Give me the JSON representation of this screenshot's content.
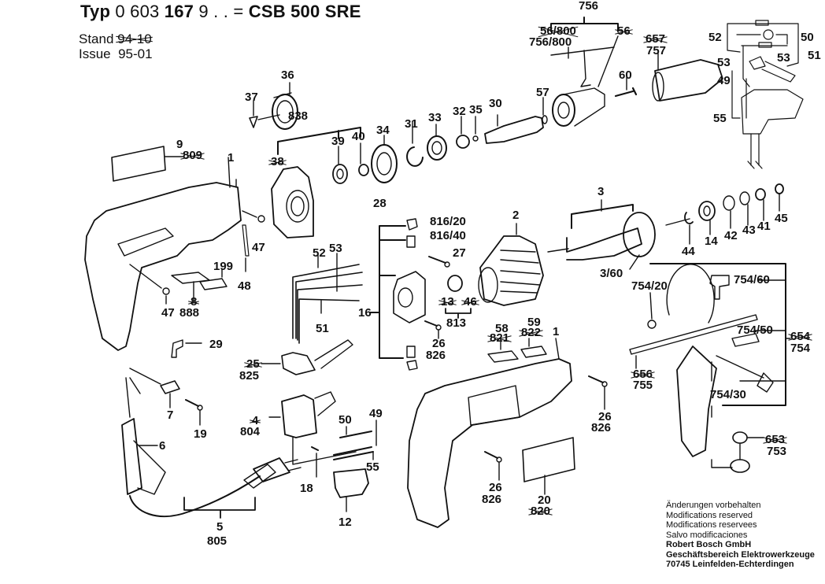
{
  "header": {
    "typ_prefix": "Typ",
    "typ_number_thin": "0 603",
    "typ_number_bold": "167",
    "typ_suffix": "9 . .  =",
    "model": "CSB 500 SRE",
    "stand_label": "Stand",
    "stand_value_struck": "94-10",
    "issue_label": "Issue",
    "issue_value": "95-01"
  },
  "parts": {
    "p756": "756",
    "p56_800_old": "56/800",
    "p756_800": "756/800",
    "p56_old": "56",
    "p657_old": "657",
    "p757": "757",
    "p60": "60",
    "p57": "57",
    "p30": "30",
    "p35": "35",
    "p32": "32",
    "p33": "33",
    "p31": "31",
    "p34": "34",
    "p40": "40",
    "p39": "39",
    "p838": "838",
    "p38_old": "38",
    "p36": "36",
    "p37": "37",
    "p28": "28",
    "p9": "9",
    "p809_old": "809",
    "p1_top": "1",
    "p47_right": "47",
    "p48": "48",
    "p199": "199",
    "p8_old": "8",
    "p888": "888",
    "p47_left": "47",
    "p52_wires": "52",
    "p53_wires": "53",
    "p51_wires": "51",
    "p16": "16",
    "p816_20": "816/20",
    "p816_40": "816/40",
    "p27": "27",
    "p13_old": "13",
    "p46_old": "46",
    "p813": "813",
    "p26_a": "26",
    "p826_a": "826",
    "p2": "2",
    "p3": "3",
    "p3_60": "3/60",
    "p44": "44",
    "p14": "14",
    "p42": "42",
    "p43": "43",
    "p41": "41",
    "p45": "45",
    "p29": "29",
    "p25_old": "25",
    "p825": "825",
    "p7": "7",
    "p19": "19",
    "p6": "6",
    "p4_old": "4",
    "p804": "804",
    "p50_switch": "50",
    "p49_switch": "49",
    "p55_switch": "55",
    "p18": "18",
    "p12": "12",
    "p5": "5",
    "p805": "805",
    "p58": "58",
    "p821_old": "821",
    "p59": "59",
    "p822_old": "822",
    "p1_housing": "1",
    "p26_b": "26",
    "p826_b": "826",
    "p26_c": "26",
    "p826_c": "826",
    "p20": "20",
    "p820_old": "820",
    "p754_20": "754/20",
    "p754_60": "754/60",
    "p754_50": "754/50",
    "p654_old": "654",
    "p754": "754",
    "p656_old": "656",
    "p755": "755",
    "p754_30": "754/30",
    "p653_old": "653",
    "p753": "753"
  },
  "schematic": {
    "p52": "52",
    "p50": "50",
    "p51": "51",
    "p53_left": "53",
    "p53_right": "53",
    "p49": "49",
    "p55": "55"
  },
  "footer": {
    "line1": "Änderungen vorbehalten",
    "line2": "Modifications reserved",
    "line3": "Modifications reservees",
    "line4": "Salvo modificaciones",
    "company": "Robert Bosch GmbH",
    "division": "Geschäftsbereich Elektrowerkzeuge",
    "address": "70745 Leinfelden-Echterdingen"
  }
}
